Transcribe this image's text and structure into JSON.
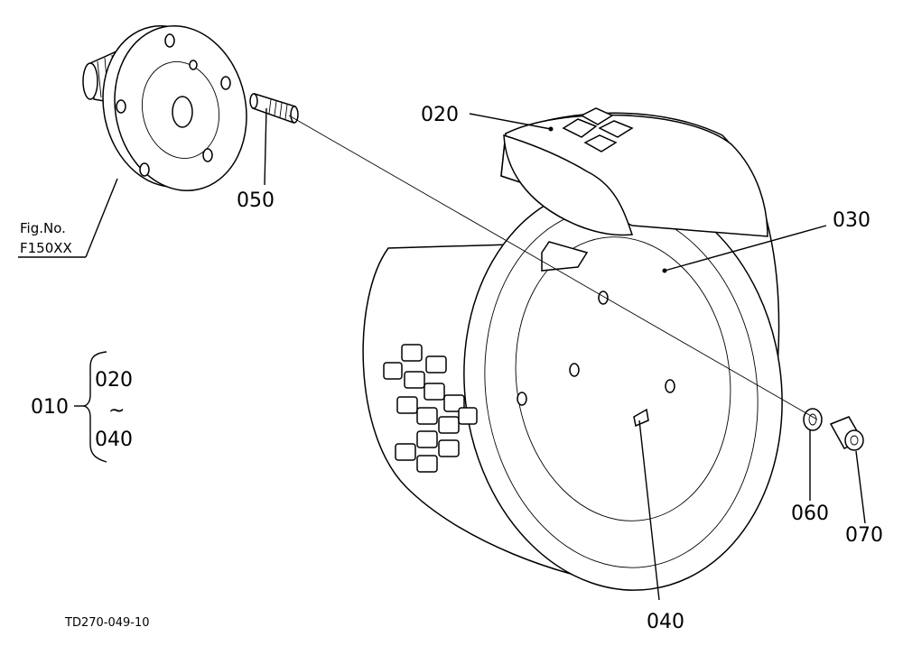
{
  "parts": {
    "p010": "010",
    "p020": "020",
    "p030": "030",
    "p040": "040",
    "p050": "050",
    "p060": "060",
    "p070": "070"
  },
  "group": {
    "from": "020",
    "tilde": "~",
    "to": "040"
  },
  "reference": {
    "line1": "Fig.No.",
    "line2": "F150XX"
  },
  "drawing_code": "TD270-049-10"
}
